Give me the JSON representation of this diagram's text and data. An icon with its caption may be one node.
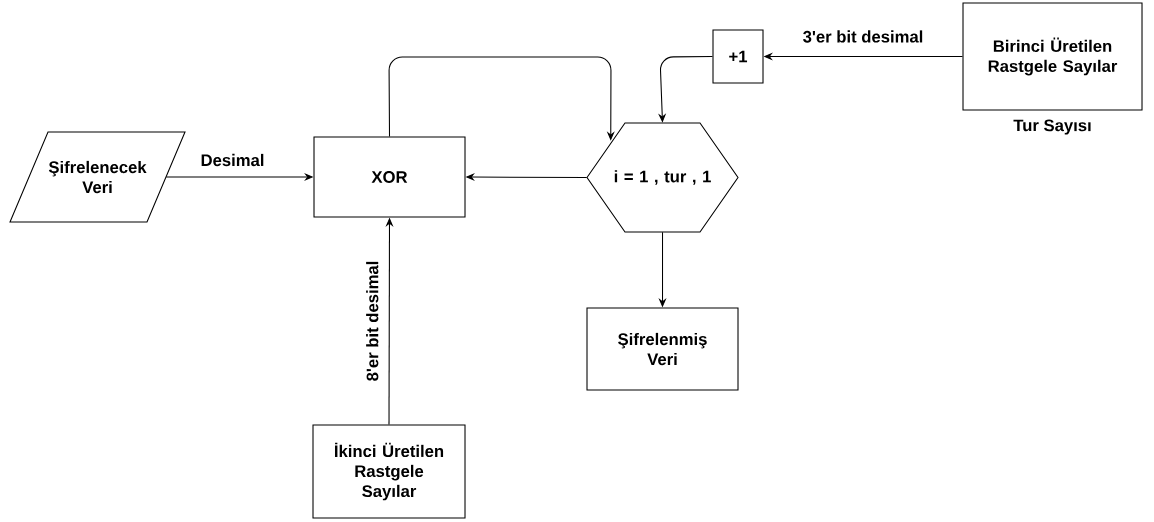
{
  "diagram": {
    "nodes": [
      {
        "text": [
          "Şifrelenecek Veri"
        ]
      },
      {
        "text": [
          "XOR"
        ]
      },
      {
        "text": [
          "i = 1 , tur , 1"
        ]
      },
      {
        "text": [
          "+1"
        ]
      },
      {
        "text": [
          "Birinci Üretilen Rastgele Sayılar"
        ],
        "beside": [
          "Tur Sayısı"
        ]
      },
      {
        "text": [
          "Şifrelenmiş Veri"
        ]
      },
      {
        "text": [
          "İkinci Üretilen Rastgele Sayılar"
        ]
      }
    ],
    "edges": [
      {
        "from": 0,
        "to": 1,
        "arrow": "to",
        "label": "Desimal"
      },
      {
        "from": 2,
        "to": 1,
        "arrow": "to"
      },
      {
        "from": 1,
        "to": 2,
        "arrow": "to"
      },
      {
        "from": 3,
        "to": 2,
        "arrow": "to"
      },
      {
        "from": 4,
        "to": 3,
        "arrow": "to",
        "label": "3'er bit desimal"
      },
      {
        "from": 2,
        "to": 5,
        "arrow": "to"
      },
      {
        "from": 6,
        "to": 1,
        "arrow": "to",
        "label": "8'er bit desimal"
      }
    ]
  }
}
